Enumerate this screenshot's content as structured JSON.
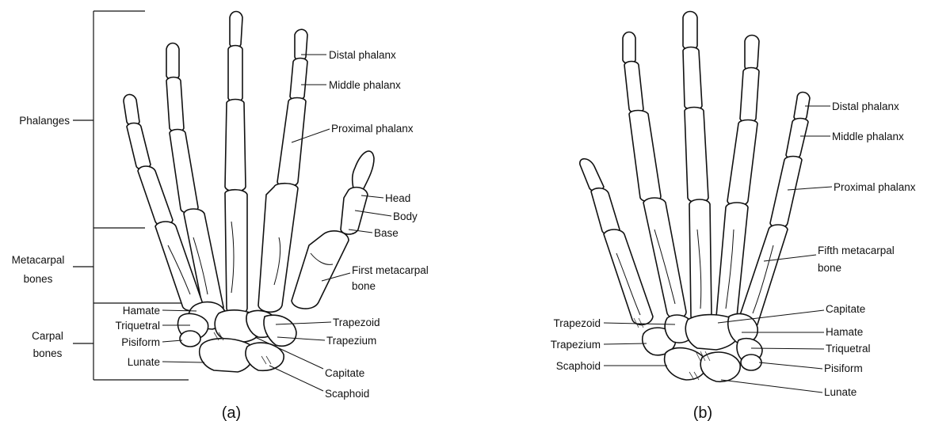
{
  "left": {
    "caption": "(a)",
    "groups": {
      "phalanges": "Phalanges",
      "metacarpal_1": "Metacarpal",
      "metacarpal_2": "bones",
      "carpal_1": "Carpal",
      "carpal_2": "bones"
    },
    "labels": {
      "distal_phalanx": "Distal phalanx",
      "middle_phalanx": "Middle phalanx",
      "proximal_phalanx": "Proximal phalanx",
      "head": "Head",
      "body": "Body",
      "base": "Base",
      "first_metacarpal_1": "First metacarpal",
      "first_metacarpal_2": "bone",
      "trapezoid": "Trapezoid",
      "trapezium": "Trapezium",
      "capitate": "Capitate",
      "scaphoid": "Scaphoid",
      "hamate": "Hamate",
      "triquetral": "Triquetral",
      "pisiform": "Pisiform",
      "lunate": "Lunate"
    }
  },
  "right": {
    "caption": "(b)",
    "labels": {
      "distal_phalanx": "Distal phalanx",
      "middle_phalanx": "Middle phalanx",
      "proximal_phalanx": "Proximal phalanx",
      "fifth_metacarpal_1": "Fifth metacarpal",
      "fifth_metacarpal_2": "bone",
      "capitate": "Capitate",
      "hamate": "Hamate",
      "triquetral": "Triquetral",
      "pisiform": "Pisiform",
      "lunate": "Lunate",
      "trapezoid": "Trapezoid",
      "trapezium": "Trapezium",
      "scaphoid": "Scaphoid"
    }
  }
}
